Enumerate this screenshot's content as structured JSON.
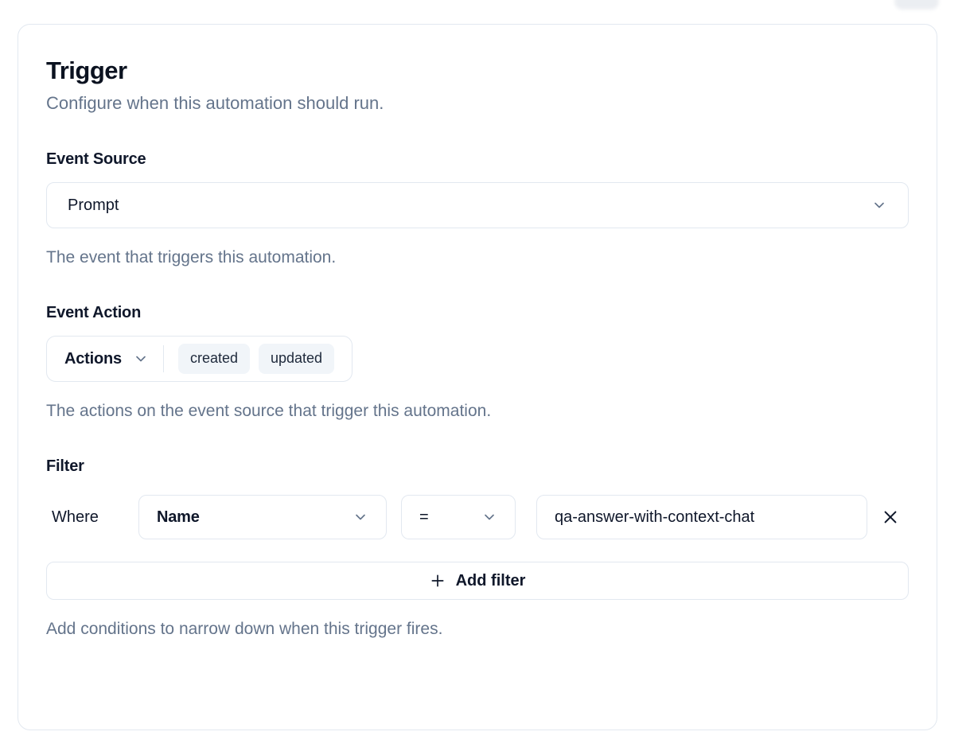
{
  "header": {
    "title": "Trigger",
    "subtitle": "Configure when this automation should run."
  },
  "event_source": {
    "label": "Event Source",
    "selected_value": "Prompt",
    "help": "The event that triggers this automation."
  },
  "event_action": {
    "label": "Event Action",
    "dropdown_label": "Actions",
    "selected_actions": [
      "created",
      "updated"
    ],
    "help": "The actions on the event source that trigger this automation."
  },
  "filter": {
    "label": "Filter",
    "rows": [
      {
        "prefix": "Where",
        "field": "Name",
        "operator": "=",
        "value": "qa-answer-with-context-chat"
      }
    ],
    "add_button_label": "Add filter",
    "help": "Add conditions to narrow down when this trigger fires."
  },
  "icons": {
    "chevron_down": "chevron-down-icon",
    "close": "close-icon",
    "plus": "plus-icon"
  },
  "colors": {
    "text_primary": "#0f172a",
    "text_muted": "#64748b",
    "border": "#e2e8f0",
    "chip_background": "#f1f5f9",
    "card_background": "#ffffff"
  }
}
